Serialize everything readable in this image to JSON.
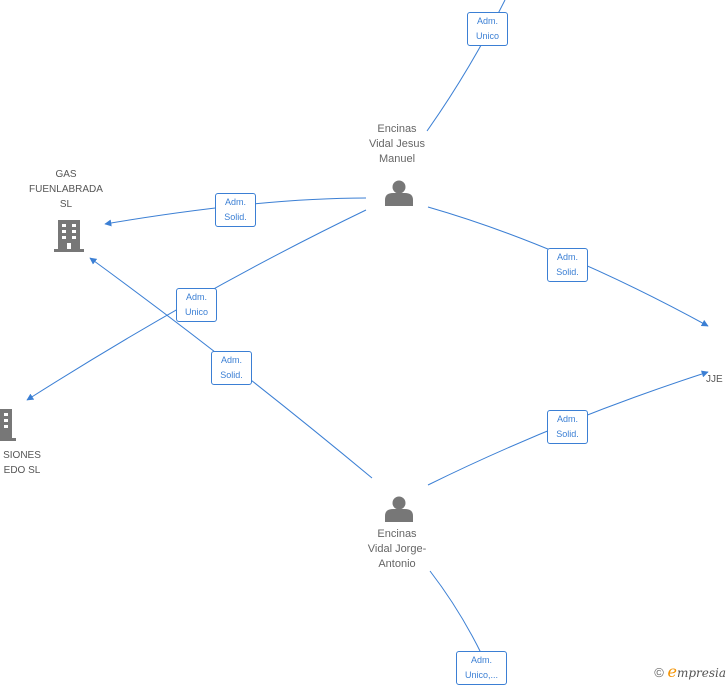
{
  "nodes": {
    "person_top": {
      "label": "Encinas\nVidal Jesus\nManuel",
      "icon": "person-icon"
    },
    "person_bottom": {
      "label": "Encinas\nVidal Jorge-\nAntonio",
      "icon": "person-icon"
    },
    "company_gas": {
      "label": "GAS\nFUENLABRADA\nSL",
      "icon": "building-icon"
    },
    "company_left": {
      "label": "SIONES\nEDO SL",
      "icon": "building-icon"
    },
    "company_right": {
      "label": "JJE",
      "icon": "building-icon"
    }
  },
  "relations": {
    "top_unico": "Adm.\nUnico",
    "gas_solid_top": "Adm.\nSolid.",
    "right_solid_top": "Adm.\nSolid.",
    "left_unico": "Adm.\nUnico",
    "gas_solid_bottom": "Adm.\nSolid.",
    "right_solid_bottom": "Adm.\nSolid.",
    "bottom_unico": "Adm.\nUnico,..."
  },
  "brand": {
    "copyright": "©",
    "e": "e",
    "rest": "mpresia"
  },
  "colors": {
    "edge": "#3b7fd4",
    "icon": "#777777",
    "brand_accent": "#f39200"
  }
}
